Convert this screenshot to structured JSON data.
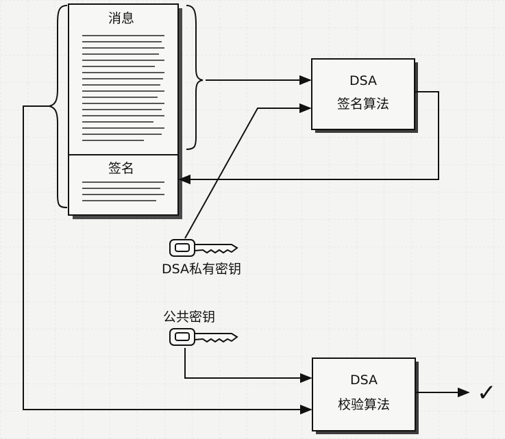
{
  "document": {
    "message_label": "消息",
    "signature_label": "签名"
  },
  "sign_box": {
    "line1": "DSA",
    "line2": "签名算法"
  },
  "verify_box": {
    "line1": "DSA",
    "line2": "校验算法"
  },
  "keys": {
    "private_label": "DSA私有密钥",
    "public_label": "公共密钥"
  },
  "result": {
    "symbol": "✓"
  }
}
